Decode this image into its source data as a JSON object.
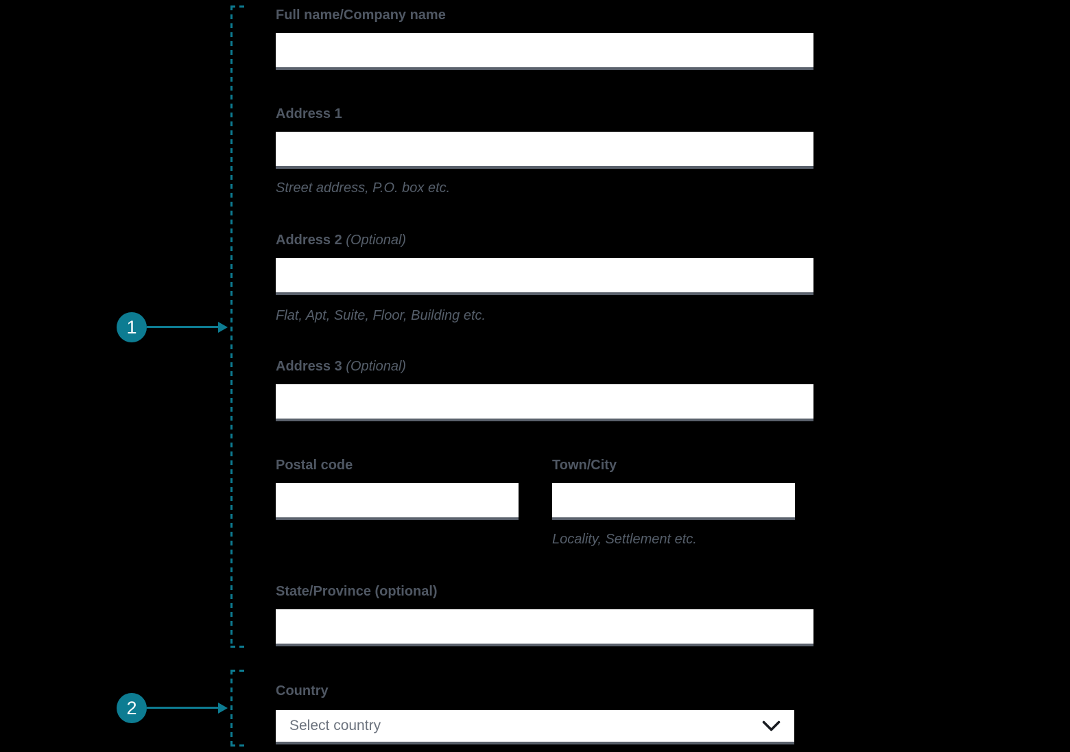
{
  "colors": {
    "background": "#000000",
    "accent_teal": "#0d7c92",
    "label_text": "#4f5763",
    "helper_text": "#555e6a",
    "input_bottom_border": "#5a616c",
    "select_placeholder_text": "#6b727d",
    "chevron": "#191c21"
  },
  "annotations": {
    "marker_1": {
      "number": "1"
    },
    "marker_2": {
      "number": "2"
    }
  },
  "form": {
    "full_name": {
      "label": "Full name/Company name",
      "value": ""
    },
    "address1": {
      "label": "Address 1",
      "helper": "Street address, P.O. box etc.",
      "value": ""
    },
    "address2": {
      "label": "Address 2",
      "label_suffix": "(Optional)",
      "helper": "Flat, Apt, Suite, Floor, Building etc.",
      "value": ""
    },
    "address3": {
      "label": "Address 3",
      "label_suffix": "(Optional)",
      "value": ""
    },
    "postal_code": {
      "label": "Postal code",
      "value": ""
    },
    "town_city": {
      "label": "Town/City",
      "helper": "Locality, Settlement etc.",
      "value": ""
    },
    "state_province": {
      "label": "State/Province (optional)",
      "value": ""
    },
    "country": {
      "label": "Country",
      "selected_option": "Select country",
      "icon": "chevron-down-icon"
    }
  }
}
